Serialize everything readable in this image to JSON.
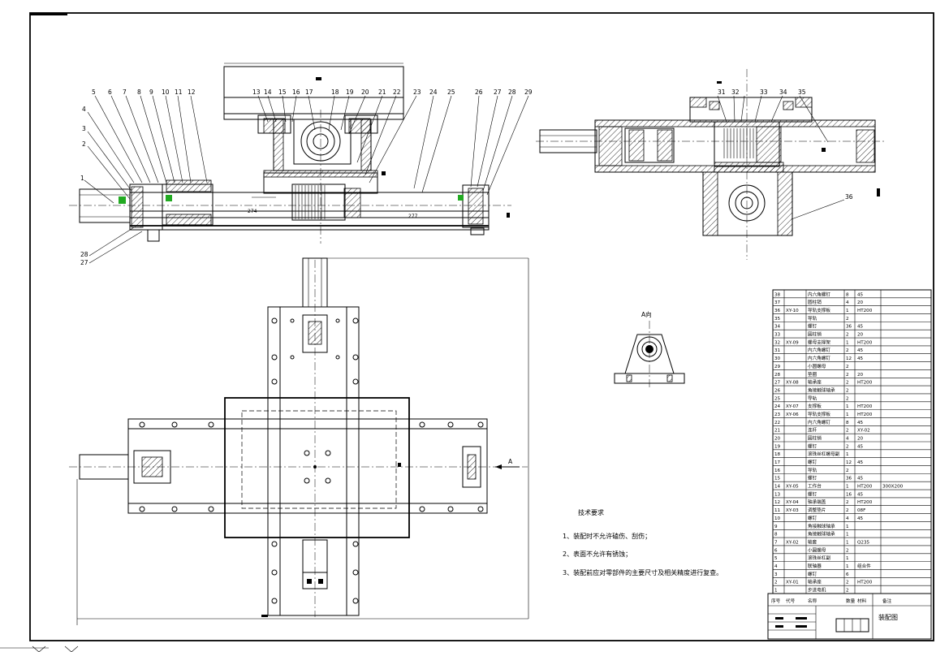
{
  "part_labels": {
    "top": [
      "5",
      "6",
      "7",
      "8",
      "9",
      "10",
      "11",
      "12",
      "13",
      "14",
      "15",
      "16",
      "17",
      "18",
      "19",
      "20",
      "21",
      "22",
      "23",
      "24",
      "25",
      "26",
      "27",
      "28",
      "29"
    ],
    "left": [
      "4",
      "3",
      "2",
      "1"
    ],
    "bottom_left": [
      "28",
      "27"
    ],
    "side_view": [
      "31",
      "32",
      "33",
      "34",
      "35",
      "36"
    ]
  },
  "section_marks": {
    "view_A_title": "A向",
    "arrow_A": "A"
  },
  "dimensions": {
    "d_277": "277",
    "d_274": "274"
  },
  "notes": {
    "heading": "技术要求",
    "lines": [
      "1、装配时不允许磕伤、刮伤；",
      "2、表面不允许有锈蚀；",
      "3、装配前应对零部件的主要尺寸及相关精度进行复查。"
    ]
  },
  "bom": {
    "rows": [
      [
        "38",
        "内六角螺钉",
        "8",
        "45",
        ""
      ],
      [
        "37",
        "圆柱销",
        "4",
        "20",
        ""
      ],
      [
        "36",
        "XY-10 导轨支撑板",
        "1",
        "HT200",
        ""
      ],
      [
        "35",
        "导轨",
        "2",
        "",
        ""
      ],
      [
        "34",
        "螺钉",
        "36",
        "45",
        ""
      ],
      [
        "33",
        "圆柱销",
        "2",
        "20",
        ""
      ],
      [
        "32",
        "XY-09 螺母支撑架",
        "1",
        "HT200",
        ""
      ],
      [
        "31",
        "内六角螺钉",
        "2",
        "45",
        ""
      ],
      [
        "30",
        "内六角螺钉",
        "12",
        "45",
        ""
      ],
      [
        "29",
        "小圆螺母",
        "2",
        "",
        ""
      ],
      [
        "28",
        "垫圈",
        "2",
        "20",
        ""
      ],
      [
        "27",
        "XY-08 轴承座",
        "2",
        "HT200",
        ""
      ],
      [
        "26",
        "角接触球轴承",
        "2",
        "",
        ""
      ],
      [
        "25",
        "导轨",
        "2",
        "",
        ""
      ],
      [
        "24",
        "XY-07 支撑板",
        "1",
        "HT200",
        ""
      ],
      [
        "23",
        "XY-06 导轨支撑板",
        "1",
        "HT200",
        ""
      ],
      [
        "22",
        "内六角螺钉",
        "8",
        "45",
        ""
      ],
      [
        "21",
        "连杆",
        "2",
        "XY-02",
        ""
      ],
      [
        "20",
        "圆柱销",
        "4",
        "20",
        ""
      ],
      [
        "19",
        "螺钉",
        "2",
        "45",
        ""
      ],
      [
        "18",
        "滚珠丝杠螺母副",
        "1",
        "",
        ""
      ],
      [
        "17",
        "螺钉",
        "12",
        "45",
        ""
      ],
      [
        "16",
        "导轨",
        "2",
        "",
        ""
      ],
      [
        "15",
        "螺钉",
        "36",
        "45",
        ""
      ],
      [
        "14",
        "XY-05 工作台",
        "1",
        "HT200",
        "300X200"
      ],
      [
        "13",
        "螺钉",
        "16",
        "45",
        ""
      ],
      [
        "12",
        "XY-04 轴承端盖",
        "2",
        "HT200",
        ""
      ],
      [
        "11",
        "XY-03 调整垫片",
        "2",
        "08F",
        ""
      ],
      [
        "10",
        "螺钉",
        "4",
        "45",
        ""
      ],
      [
        "9",
        "角接触球轴承",
        "1",
        "",
        ""
      ],
      [
        "8",
        "角接触球轴承",
        "1",
        "",
        ""
      ],
      [
        "7",
        "XY-02 轴套",
        "1",
        "Q235",
        ""
      ],
      [
        "6",
        "小圆螺母",
        "2",
        "",
        ""
      ],
      [
        "5",
        "滚珠丝杠副",
        "1",
        "",
        ""
      ],
      [
        "4",
        "联轴器",
        "1",
        "组合件",
        ""
      ],
      [
        "3",
        "螺钉",
        "6",
        "",
        ""
      ],
      [
        "2",
        "XY-01 轴承座",
        "2",
        "HT200",
        ""
      ],
      [
        "1",
        "步进电机",
        "2",
        "",
        ""
      ]
    ],
    "header": [
      "序号",
      "代号",
      "名称",
      "数量",
      "材料",
      "备注"
    ],
    "title_label": "装配图"
  }
}
